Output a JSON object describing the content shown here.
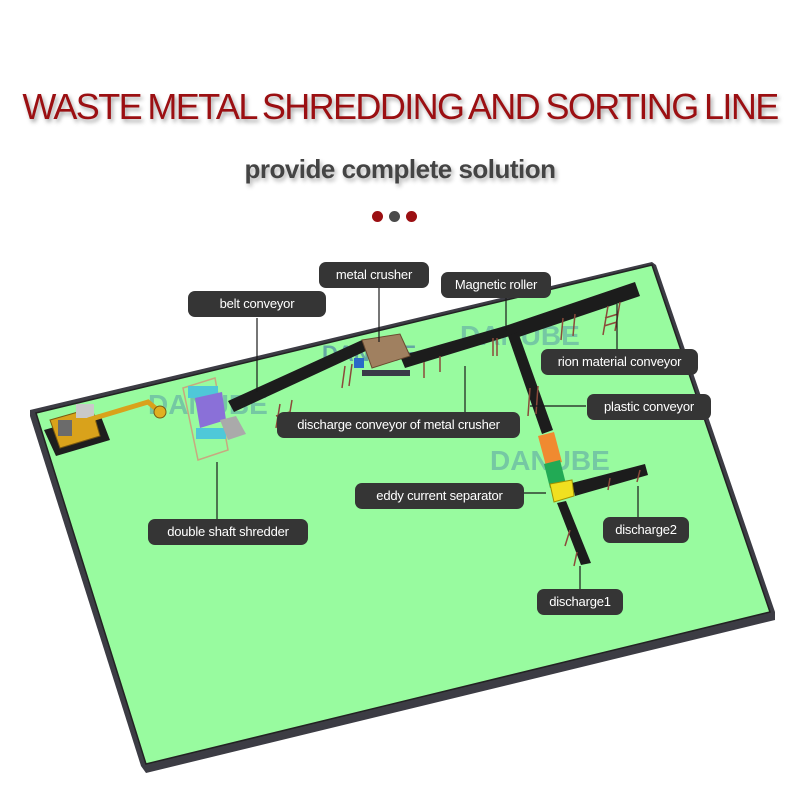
{
  "header": {
    "title": "WASTE METAL SHREDDING AND SORTING LINE",
    "subtitle": "provide complete solution",
    "dots": [
      "#9b0f12",
      "#4a4a4a",
      "#9b0f12"
    ]
  },
  "colors": {
    "platform": "#98fb9f",
    "platform_edge": "#3c3c44",
    "conveyor": "#1c1c1c",
    "label_bg": "#353535",
    "title": "#9b0f12"
  },
  "watermark": {
    "text": "DANUBE"
  },
  "labels": {
    "metal_crusher": "metal crusher",
    "magnetic_roller": "Magnetic roller",
    "belt_conveyor": "belt conveyor",
    "rion_material_conveyor": "rion material conveyor",
    "plastic_conveyor": "plastic conveyor",
    "discharge_conveyor": "discharge conveyor of metal crusher",
    "eddy_current_separator": "eddy current separator",
    "discharge2": "discharge2",
    "double_shaft_shredder": "double shaft shredder",
    "discharge1": "discharge1"
  }
}
